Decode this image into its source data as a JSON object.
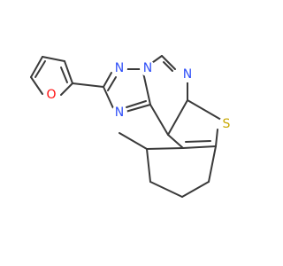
{
  "molecule": {
    "atoms": [
      {
        "id": "O1",
        "label": "O",
        "color": "#ff0d0d"
      },
      {
        "id": "N1",
        "label": "N",
        "color": "#3050f8"
      },
      {
        "id": "N2",
        "label": "N",
        "color": "#3050f8"
      },
      {
        "id": "N3",
        "label": "N",
        "color": "#3050f8"
      },
      {
        "id": "N4",
        "label": "N",
        "color": "#3050f8"
      },
      {
        "id": "S1",
        "label": "S",
        "color": "#c8a800"
      }
    ],
    "bond_color": "#3a3a3a"
  }
}
